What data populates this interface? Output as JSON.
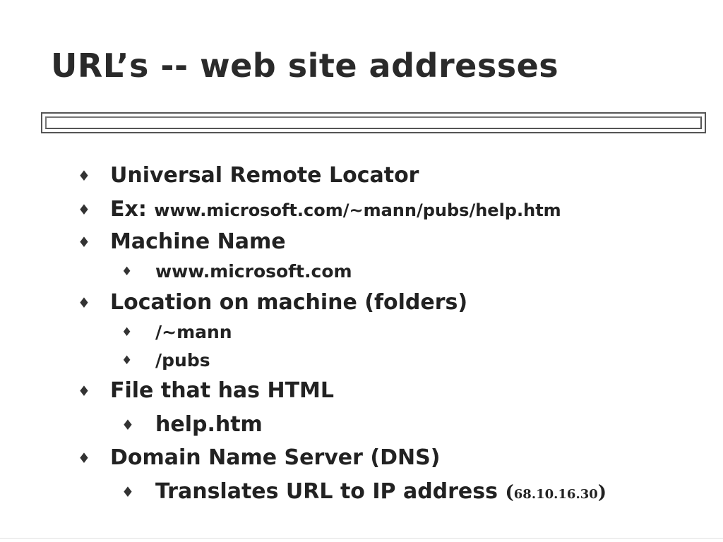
{
  "slide": {
    "title": "URL’s -- web site addresses"
  },
  "bullet_glyph": "♦",
  "items": [
    {
      "text": "Universal Remote Locator"
    },
    {
      "label": "Ex:",
      "url": "www.microsoft.com/~mann/pubs/help.htm"
    },
    {
      "text": "Machine Name"
    },
    {
      "text": "www.microsoft.com"
    },
    {
      "text": "Location on machine (folders)"
    },
    {
      "text": "/~mann"
    },
    {
      "text": "/pubs"
    },
    {
      "text": "File that has HTML"
    },
    {
      "text": "help.htm"
    },
    {
      "text": "Domain Name Server (DNS)"
    },
    {
      "text": "Translates URL to IP address",
      "open": "(",
      "ip": "68.10.16.30",
      "close": ")"
    }
  ]
}
